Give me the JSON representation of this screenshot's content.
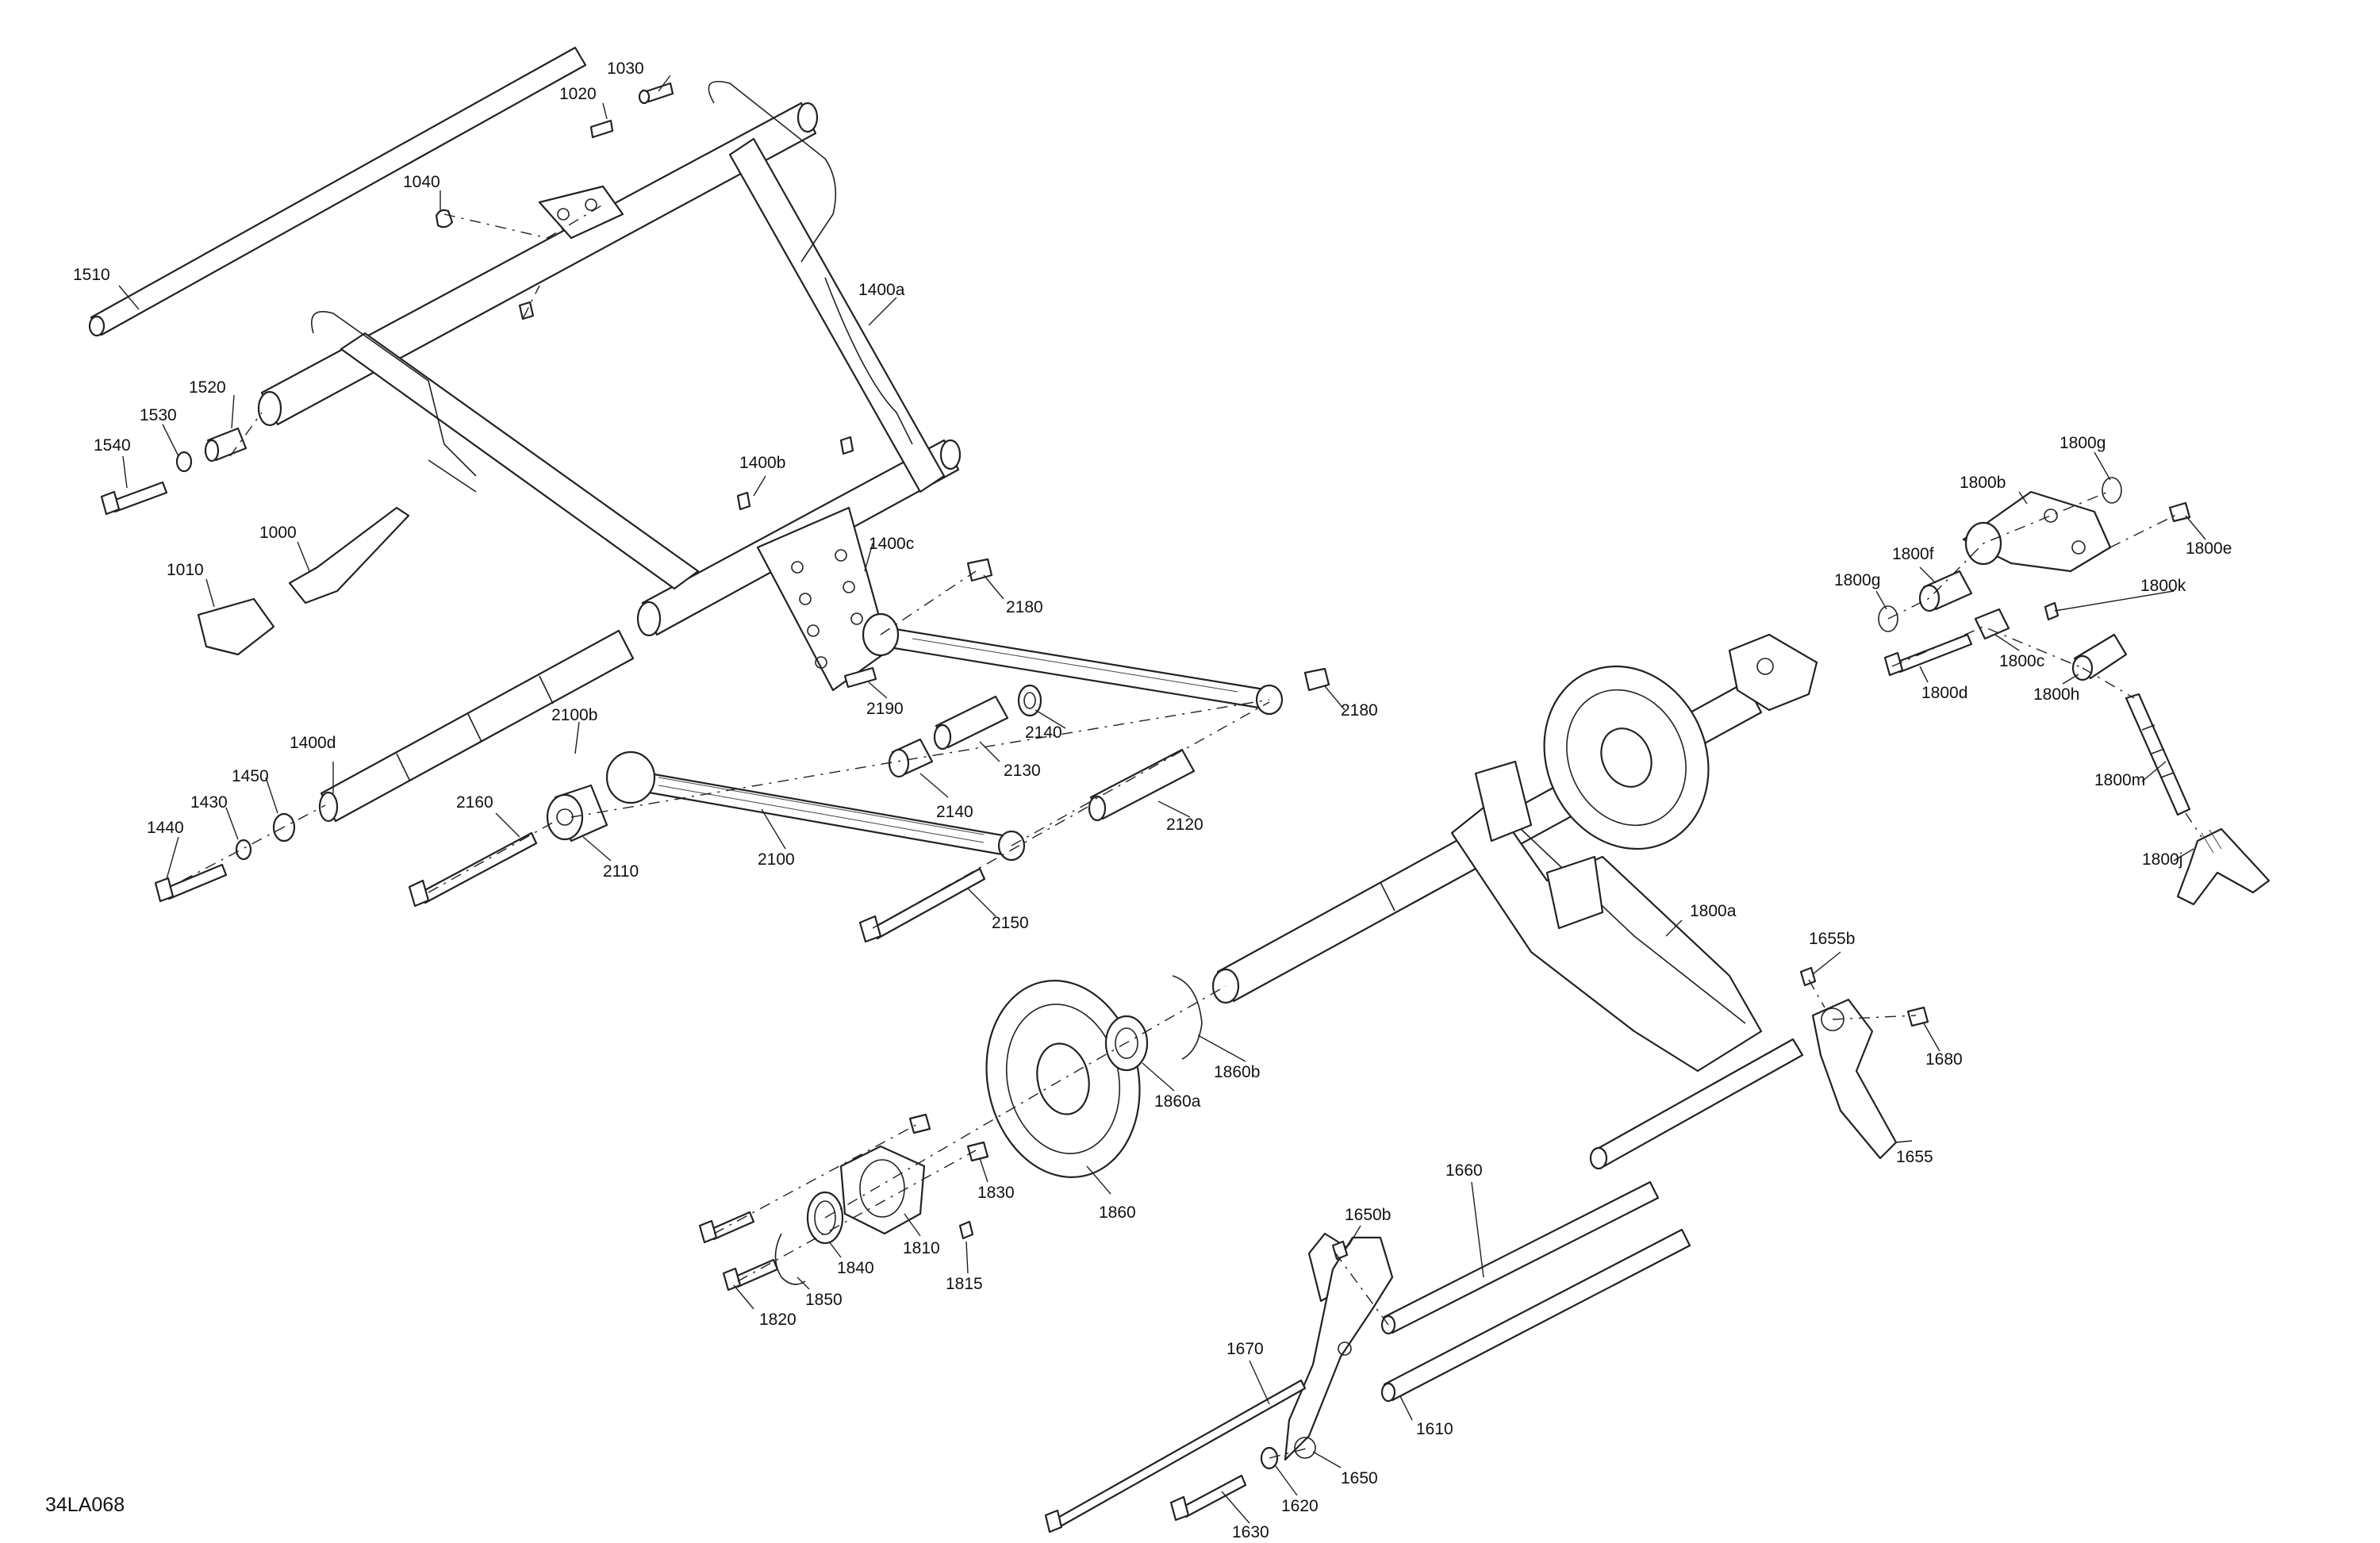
{
  "figure_id": "34LA068",
  "callouts": [
    {
      "label": "1030"
    },
    {
      "label": "1020"
    },
    {
      "label": "1040"
    },
    {
      "label": "1510"
    },
    {
      "label": "1400a"
    },
    {
      "label": "1520"
    },
    {
      "label": "1530"
    },
    {
      "label": "1540"
    },
    {
      "label": "1400b"
    },
    {
      "label": "1000"
    },
    {
      "label": "1010"
    },
    {
      "label": "1400c"
    },
    {
      "label": "2180"
    },
    {
      "label": "2190"
    },
    {
      "label": "2140"
    },
    {
      "label": "2180"
    },
    {
      "label": "2130"
    },
    {
      "label": "2100b"
    },
    {
      "label": "1400d"
    },
    {
      "label": "1450"
    },
    {
      "label": "1430"
    },
    {
      "label": "1440"
    },
    {
      "label": "2160"
    },
    {
      "label": "2110"
    },
    {
      "label": "2100"
    },
    {
      "label": "2140"
    },
    {
      "label": "2120"
    },
    {
      "label": "2150"
    },
    {
      "label": "1800g"
    },
    {
      "label": "1800b"
    },
    {
      "label": "1800e"
    },
    {
      "label": "1800f"
    },
    {
      "label": "1800g"
    },
    {
      "label": "1800k"
    },
    {
      "label": "1800c"
    },
    {
      "label": "1800d"
    },
    {
      "label": "1800h"
    },
    {
      "label": "1800m"
    },
    {
      "label": "1800j"
    },
    {
      "label": "1800a"
    },
    {
      "label": "1655b"
    },
    {
      "label": "1680"
    },
    {
      "label": "1655"
    },
    {
      "label": "1860b"
    },
    {
      "label": "1860a"
    },
    {
      "label": "1860"
    },
    {
      "label": "1830"
    },
    {
      "label": "1810"
    },
    {
      "label": "1815"
    },
    {
      "label": "1840"
    },
    {
      "label": "1850"
    },
    {
      "label": "1820"
    },
    {
      "label": "1650b"
    },
    {
      "label": "1660"
    },
    {
      "label": "1670"
    },
    {
      "label": "1610"
    },
    {
      "label": "1650"
    },
    {
      "label": "1620"
    },
    {
      "label": "1630"
    }
  ]
}
